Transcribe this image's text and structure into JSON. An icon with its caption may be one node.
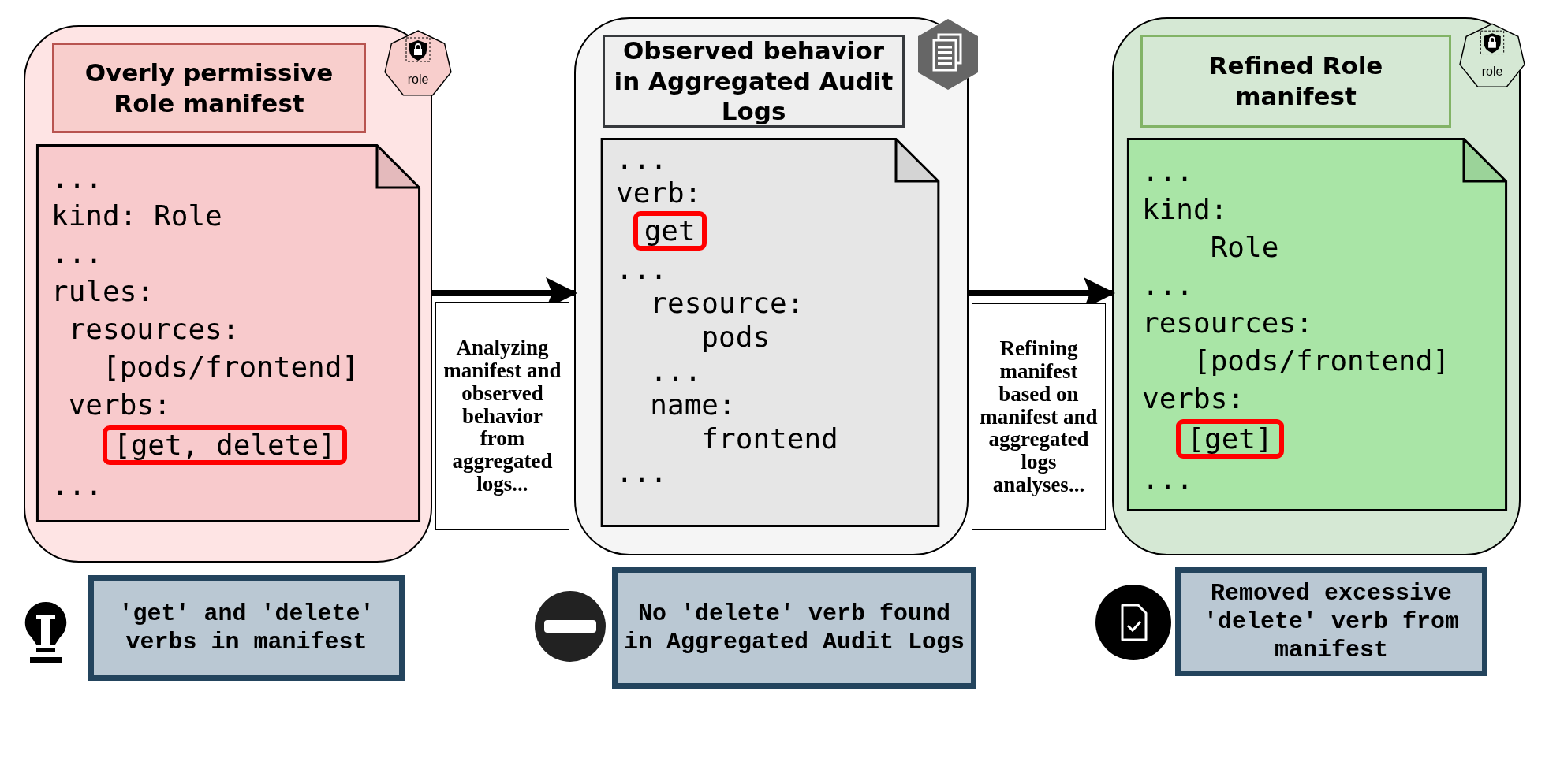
{
  "diagram": {
    "nodes": [
      {
        "text": [],
        "shape": "box"
      },
      {
        "text": [
          "Overly permissive Role manifest"
        ],
        "in": 0
      },
      {
        "text": [
          "role"
        ],
        "in": 0
      },
      {
        "text": [
          "...",
          "kind: Role",
          "...",
          "rules:",
          "resources:",
          "[pods/frontend]",
          "verbs:",
          "..."
        ],
        "in": 0
      },
      {
        "text": [
          "[get, delete]"
        ],
        "in": 3
      },
      {
        "text": [],
        "shape": "box"
      },
      {
        "text": [
          "Observed behavior in Aggregated Audit Logs"
        ],
        "in": 5
      },
      {
        "text": [],
        "shape": "picture",
        "in": 5
      },
      {
        "text": [
          "...",
          "verb:",
          "...",
          "resource:",
          "pods",
          "...",
          "name:",
          "frontend",
          "..."
        ],
        "in": 5
      },
      {
        "text": [
          "get"
        ],
        "in": 8
      },
      {
        "text": [],
        "shape": "box"
      },
      {
        "text": [
          "Refined Role manifest"
        ],
        "in": 10
      },
      {
        "text": [
          "role"
        ],
        "in": 10
      },
      {
        "text": [
          "...",
          "kind:",
          "Role",
          "...",
          "resources:",
          "[pods/frontend]",
          "verbs:",
          "..."
        ],
        "in": 10
      },
      {
        "text": [
          "[get]"
        ],
        "in": 13
      },
      {
        "text": [
          "'get' and 'delete' verbs in manifest"
        ]
      },
      {
        "text": [
          "No 'delete' verb found in Aggregated Audit Logs"
        ]
      },
      {
        "text": [
          "Removed excessive 'delete' verb from manifest"
        ]
      }
    ],
    "edges": [
      {
        "from": 0,
        "to": 5,
        "arrow": "to",
        "label": "Analyzing manifest and observed behavior from aggregated logs..."
      },
      {
        "from": 5,
        "to": 10,
        "arrow": "to",
        "label": "Refining manifest based on manifest and aggregated logs analyses..."
      }
    ]
  }
}
